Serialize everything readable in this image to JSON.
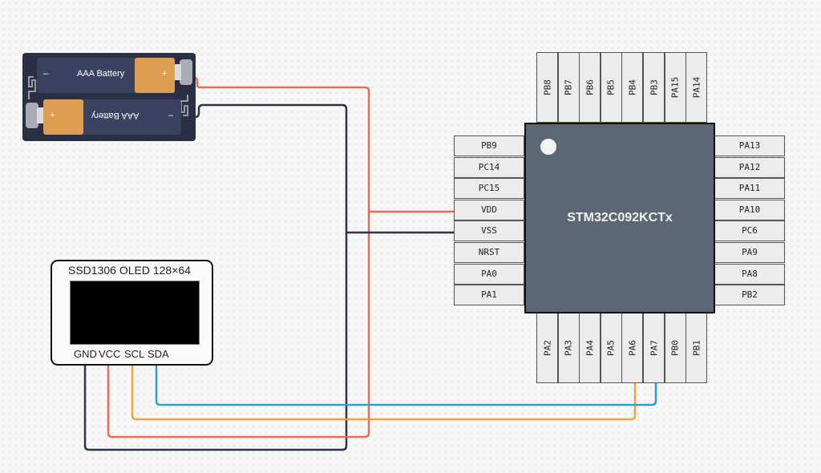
{
  "canvas": {
    "background": "#f7f7f7"
  },
  "battery": {
    "cells": [
      {
        "label": "AAA Battery",
        "plus": "+",
        "minus": "–"
      },
      {
        "label": "AAA Battery",
        "plus": "+",
        "minus": "–"
      }
    ]
  },
  "oled": {
    "title": "SSD1306 OLED 128×64",
    "pins": [
      "GND",
      "VCC",
      "SCL",
      "SDA"
    ]
  },
  "chip": {
    "name": "STM32C092KCTx",
    "pins_top": [
      "PB8",
      "PB7",
      "PB6",
      "PB5",
      "PB4",
      "PB3",
      "PA15",
      "PA14"
    ],
    "pins_left": [
      "PB9",
      "PC14",
      "PC15",
      "VDD",
      "VSS",
      "NRST",
      "PA0",
      "PA1"
    ],
    "pins_right": [
      "PA13",
      "PA12",
      "PA11",
      "PA10",
      "PC6",
      "PA9",
      "PA8",
      "PB2"
    ],
    "pins_bottom": [
      "PA2",
      "PA3",
      "PA4",
      "PA5",
      "PA6",
      "PA7",
      "PB0",
      "PB1"
    ]
  },
  "wires": [
    {
      "name": "battery-plus-to-vdd",
      "from": "Battery +",
      "to": "VDD",
      "color": "#ef6a55"
    },
    {
      "name": "battery-minus-to-vss",
      "from": "Battery −",
      "to": "VSS",
      "color": "#2d3348"
    },
    {
      "name": "oled-gnd-to-ground",
      "from": "OLED GND",
      "to": "VSS",
      "color": "#2d3348"
    },
    {
      "name": "oled-vcc-to-power",
      "from": "OLED VCC",
      "to": "VDD",
      "color": "#ef6a55"
    },
    {
      "name": "oled-scl-to-pa6",
      "from": "OLED SCL",
      "to": "PA6",
      "color": "#f5a23a"
    },
    {
      "name": "oled-sda-to-pa7",
      "from": "OLED SDA",
      "to": "PA7",
      "color": "#2aa1cf"
    }
  ]
}
